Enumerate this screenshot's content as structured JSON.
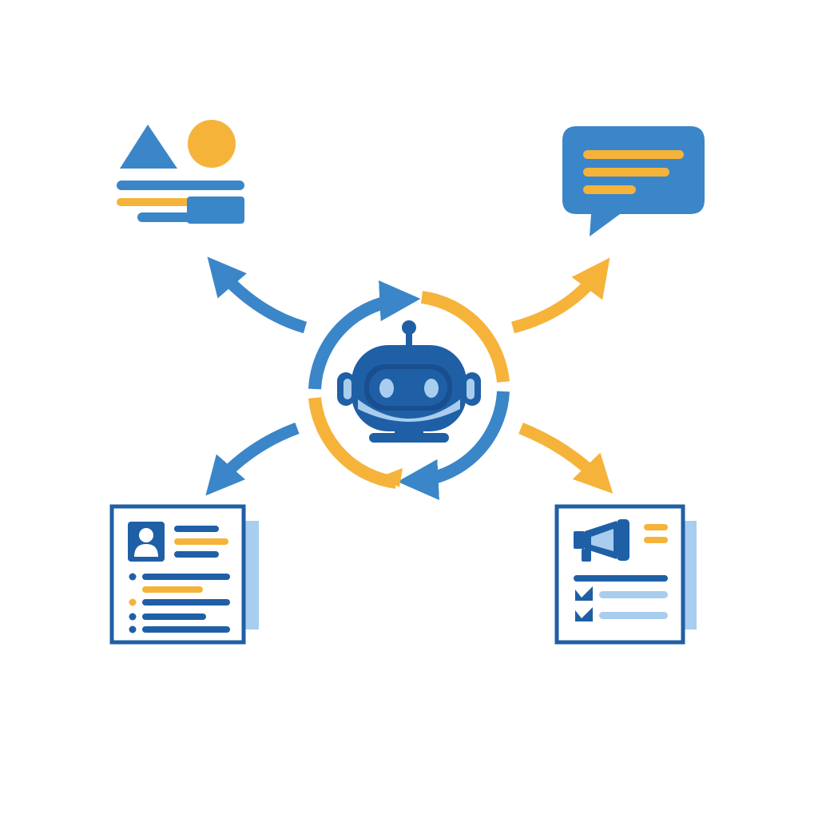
{
  "colors": {
    "primary_blue": "#3a86c8",
    "dark_blue": "#1f5fa6",
    "light_blue": "#a8cdee",
    "accent_yellow": "#f6b33a",
    "background": "#ffffff"
  },
  "nodes": [
    {
      "id": "hub",
      "icon": "robot-icon",
      "role": "center"
    },
    {
      "id": "media",
      "icon": "image-layout-icon",
      "position": "top-left"
    },
    {
      "id": "message",
      "icon": "chat-bubble-icon",
      "position": "top-right"
    },
    {
      "id": "profile",
      "icon": "profile-document-icon",
      "position": "bottom-left"
    },
    {
      "id": "campaign",
      "icon": "megaphone-checklist-icon",
      "position": "bottom-right"
    }
  ],
  "edges": [
    {
      "from": "hub",
      "to": "media",
      "color": "#3a86c8"
    },
    {
      "from": "hub",
      "to": "message",
      "color": "#f6b33a"
    },
    {
      "from": "hub",
      "to": "profile",
      "color": "#3a86c8"
    },
    {
      "from": "hub",
      "to": "campaign",
      "color": "#f6b33a"
    }
  ],
  "cycle": {
    "icon": "refresh-cycle-icon",
    "arcs": [
      "#3a86c8",
      "#f6b33a",
      "#3a86c8",
      "#f6b33a"
    ]
  }
}
